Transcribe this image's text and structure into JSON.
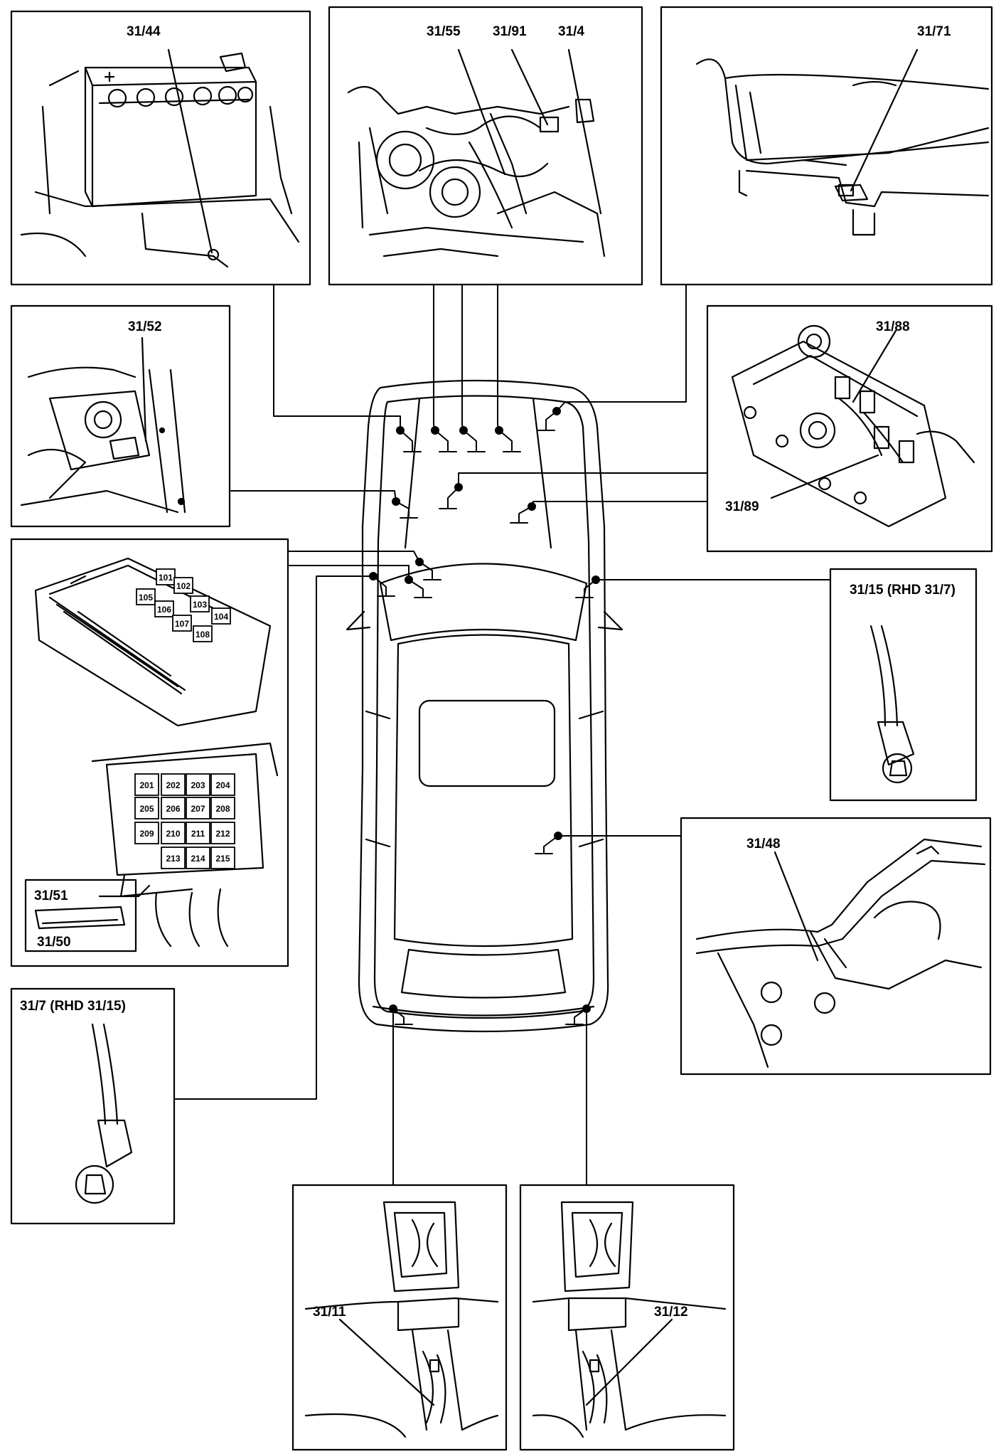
{
  "panels": {
    "battery": {
      "label": "31/44"
    },
    "engine_bay": {
      "labels": [
        "31/55",
        "31/91",
        "31/4"
      ]
    },
    "fender": {
      "label": "31/71"
    },
    "strut_tower": {
      "label": "31/52"
    },
    "coil_cover": {
      "labels": [
        "31/88",
        "31/89"
      ]
    },
    "fuse_box": {
      "relays_upper": [
        "101",
        "102",
        "103",
        "104",
        "105",
        "106",
        "107",
        "108"
      ],
      "relays_lower": [
        "201",
        "202",
        "203",
        "204",
        "205",
        "206",
        "207",
        "208",
        "209",
        "210",
        "211",
        "212",
        "213",
        "214",
        "215"
      ],
      "connector_labels": [
        "31/51",
        "31/50"
      ]
    },
    "right_ground_eyelet": {
      "label": "31/15 (RHD 31/7)"
    },
    "left_ground_eyelet": {
      "label": "31/7 (RHD 31/15)"
    },
    "b_pillar": {
      "label": "31/48"
    },
    "left_tail": {
      "label": "31/11"
    },
    "right_tail": {
      "label": "31/12"
    }
  }
}
